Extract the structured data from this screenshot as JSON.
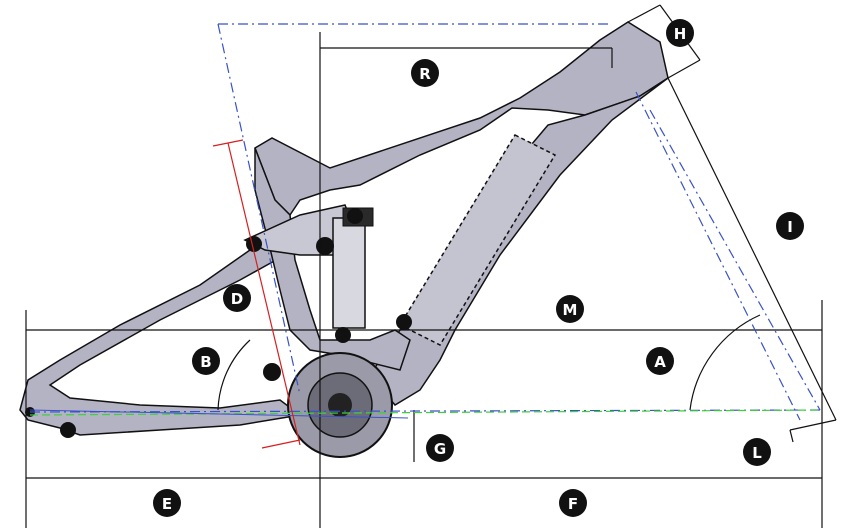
{
  "diagram": {
    "title": "",
    "frame_color": "#b3b3c4",
    "line_color": "#111111",
    "dash_blue": "#3a52c8",
    "dash_green": "#3fcf3f",
    "red_line": "#d42020",
    "labels": {
      "H": "H",
      "R": "R",
      "I": "I",
      "D": "D",
      "M": "M",
      "B": "B",
      "A": "A",
      "G": "G",
      "L": "L",
      "E": "E",
      "F": "F"
    }
  }
}
